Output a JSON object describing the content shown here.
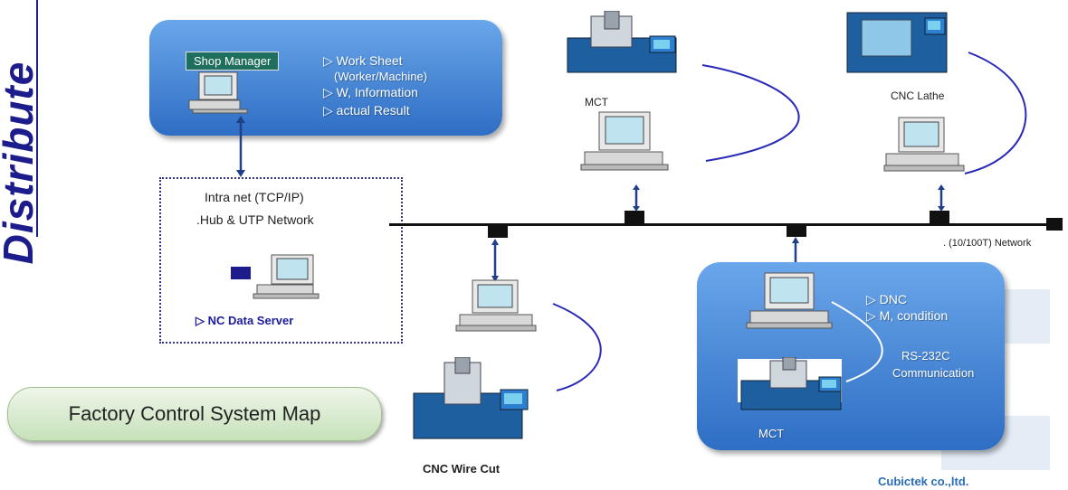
{
  "side_title": "Distribute",
  "shop_manager": {
    "label": "Shop Manager",
    "items": [
      "▷ Work Sheet",
      "(Worker/Machine)",
      "▷ W, Information",
      "▷ actual Result"
    ]
  },
  "intranet": {
    "line1": "Intra net (TCP/IP)",
    "line2": ".Hub & UTP Network",
    "server": "▷ NC Data Server"
  },
  "network_label": ". (10/100T) Network",
  "machines": {
    "mct_top": "MCT",
    "cnc_lathe": "CNC Lathe",
    "cnc_wire_cut": "CNC Wire Cut",
    "mct_bottom": "MCT"
  },
  "dnc_panel": {
    "items": [
      "▷ DNC",
      "▷ M, condition"
    ],
    "rs232c_1": "RS-232C",
    "rs232c_2": "Communication"
  },
  "caption": "Factory Control System Map",
  "logo": "Cubictek co.,ltd."
}
